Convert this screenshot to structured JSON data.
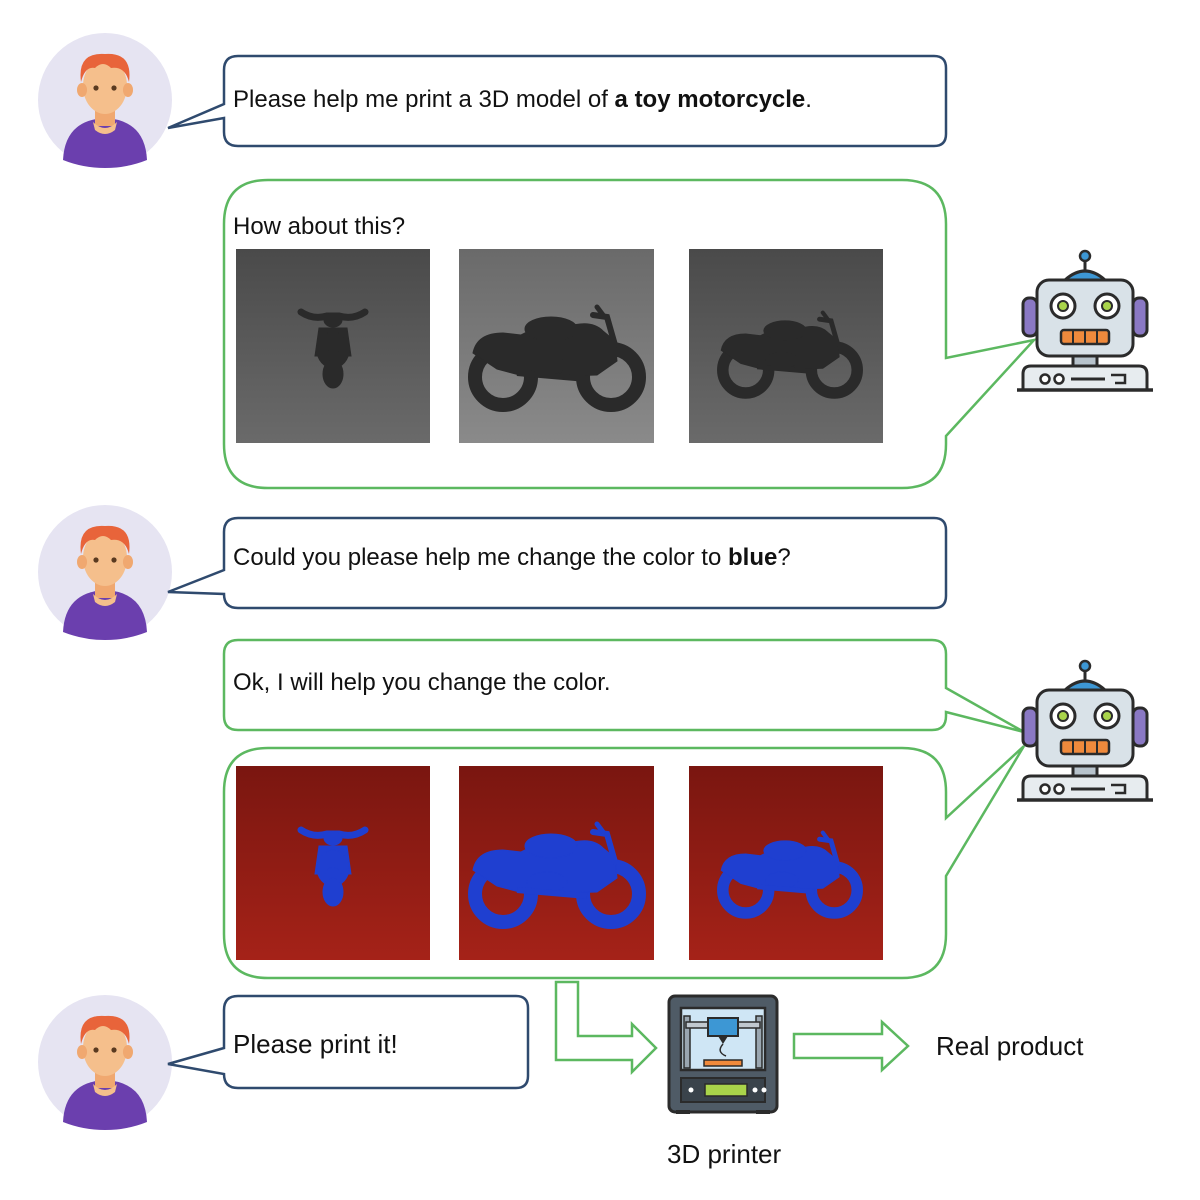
{
  "colors": {
    "user_bubble_border": "#2f4a6e",
    "bot_bubble_border": "#5cb860",
    "arrow": "#5cb860",
    "avatar_bg": "#e6e4f2",
    "avatar_hair": "#e8643a",
    "avatar_skin": "#f5bf8c",
    "avatar_shirt": "#6b3fae",
    "robot_body": "#d9e2e8",
    "robot_accent": "#3d97d4",
    "robot_ear": "#8a78c4",
    "robot_mouth": "#f08a3c",
    "photo_bg_gray": "#555555",
    "photo_bg_red": "#8f1a12",
    "toy_black": "#2a2a2a",
    "toy_blue": "#1f3fd0"
  },
  "icons": {
    "user": "user-avatar-icon",
    "robot": "robot-icon",
    "printer": "3d-printer-icon"
  },
  "messages": {
    "user1": {
      "before": "Please help me print a 3D model of ",
      "bold": "a toy motorcycle",
      "after": "."
    },
    "bot1": "How about this?",
    "user2": {
      "before": "Could you please help me change the color to ",
      "bold": "blue",
      "after": "?"
    },
    "bot2": "Ok, I will help you change the color.",
    "user3": "Please print it!"
  },
  "labels": {
    "printer": "3D printer",
    "product": "Real product"
  }
}
